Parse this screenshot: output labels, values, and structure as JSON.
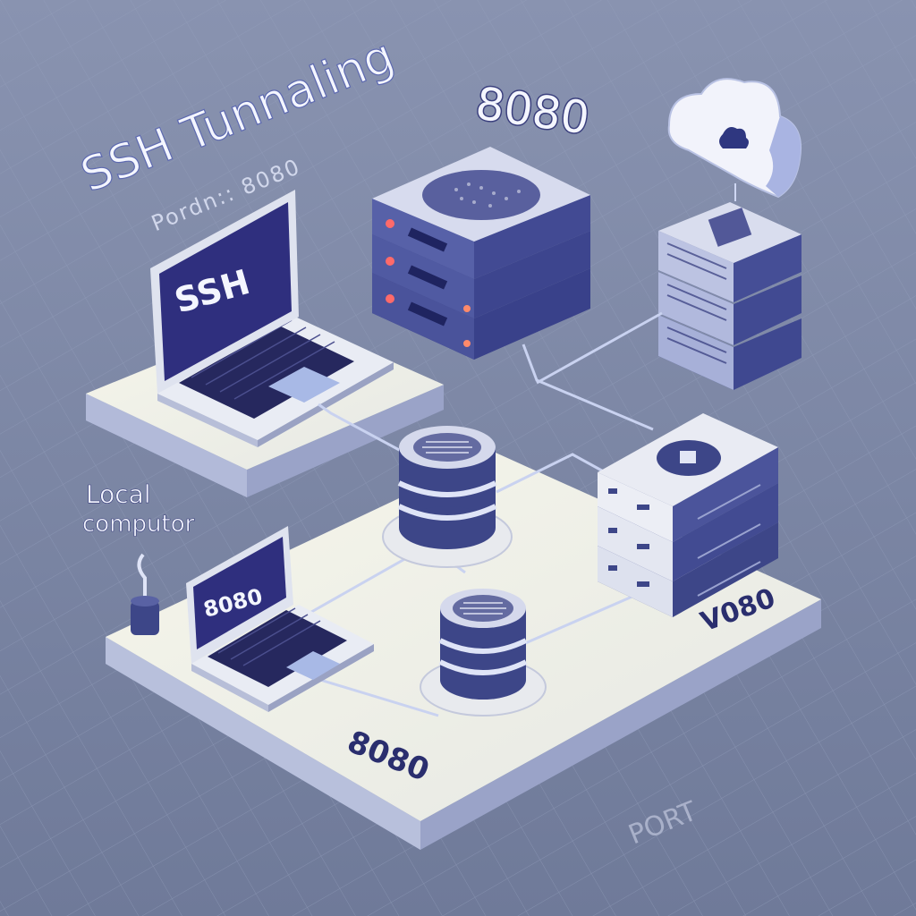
{
  "colors": {
    "background": "#7b86a4",
    "grid": "#8a94b1",
    "platform_top": "#f1f2e6",
    "platform_side": "#9aa3c8",
    "device_dark": "#3d4688",
    "device_mid": "#5962a4",
    "screen": "#2f2f7e",
    "keyboard": "#26285e",
    "cloud": "#f2f3fb",
    "cable": "#c9d2f0",
    "led_red": "#ff6a6a",
    "text_light": "#f4f6ff",
    "text_dark": "#2a2e6e"
  },
  "labels": {
    "title": "SSH Tunnaling",
    "subtitle": "Pordn:: 8080",
    "port_top": "8080",
    "local_computer_line1": "Local",
    "local_computer_line2": "computor",
    "laptop_screen_top": "SSH",
    "laptop_screen_bottom": "8080",
    "server_port": "V080",
    "platform_port": "8080",
    "footer_faded": "PORT"
  },
  "icons": {
    "cloud": "cloud-icon",
    "servers": "server-rack-icon",
    "databases": "database-icon",
    "laptops": "laptop-icon"
  }
}
